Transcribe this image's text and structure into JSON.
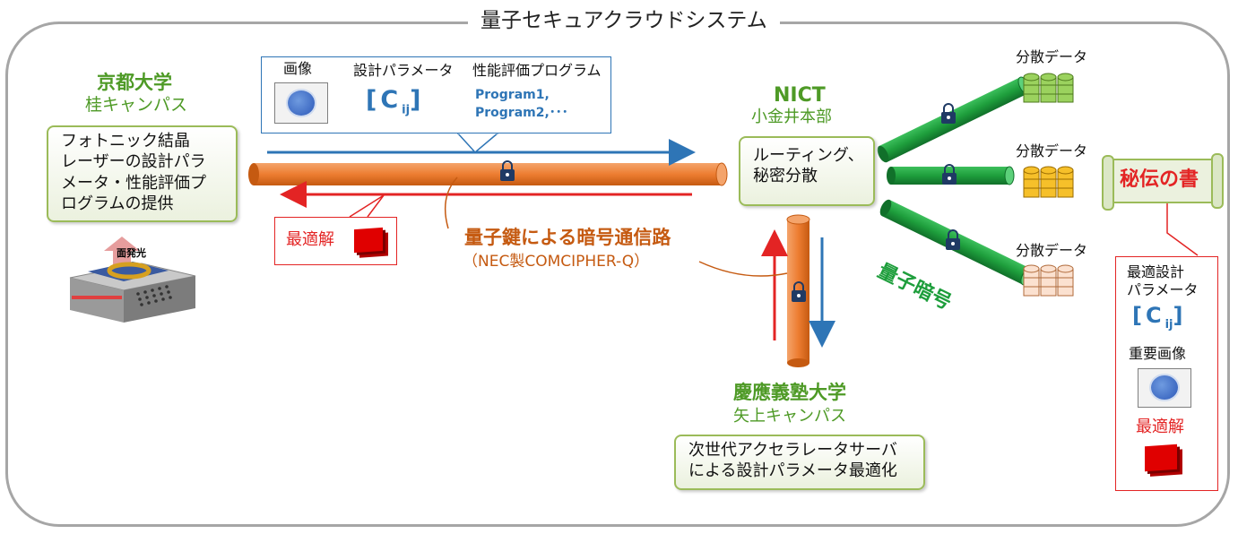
{
  "system_title": "量子セキュアクラウドシステム",
  "kyoto": {
    "name": "京都大学",
    "campus": "桂キャンパス",
    "desc_lines": [
      "フォトニック結晶",
      "レーザーの設計パラ",
      "メータ・性能評価プ",
      "ログラムの提供"
    ],
    "device_label": "面発光"
  },
  "callout": {
    "image_label": "画像",
    "param_label": "設計パラメータ",
    "program_label": "性能評価プログラム",
    "param_symbol": "C",
    "param_subscript": "ij",
    "programs": [
      "Program1,",
      "Program2,･･･"
    ]
  },
  "optimum_label": "最適解",
  "channel": {
    "title": "量子鍵による暗号通信路",
    "subtitle": "（NEC製COMCIPHER-Q）"
  },
  "nict": {
    "name": "NICT",
    "site": "小金井本部",
    "desc_lines": [
      "ルーティング、",
      "秘密分散"
    ]
  },
  "keio": {
    "name": "慶應義塾大学",
    "campus": "矢上キャンパス",
    "desc_lines": [
      "次世代アクセラレータサーバ",
      "による設計パラメータ最適化"
    ]
  },
  "quantum_crypto_label": "量子暗号",
  "distributed_labels": [
    "分散データ",
    "分散データ",
    "分散データ"
  ],
  "secret": {
    "title": "秘伝の書",
    "param_label_lines": [
      "最適設計",
      "パラメータ"
    ],
    "param_symbol": "C",
    "param_subscript": "ij",
    "image_label": "重要画像",
    "optimum_label": "最適解"
  },
  "colors": {
    "green_text": "#4e9a26",
    "orange_pipe": "#ed7d31",
    "green_pipe": "#1e9e3c",
    "blue_arrow": "#2e75b6",
    "red_arrow": "#e32424",
    "lock": "#1f3a64"
  }
}
